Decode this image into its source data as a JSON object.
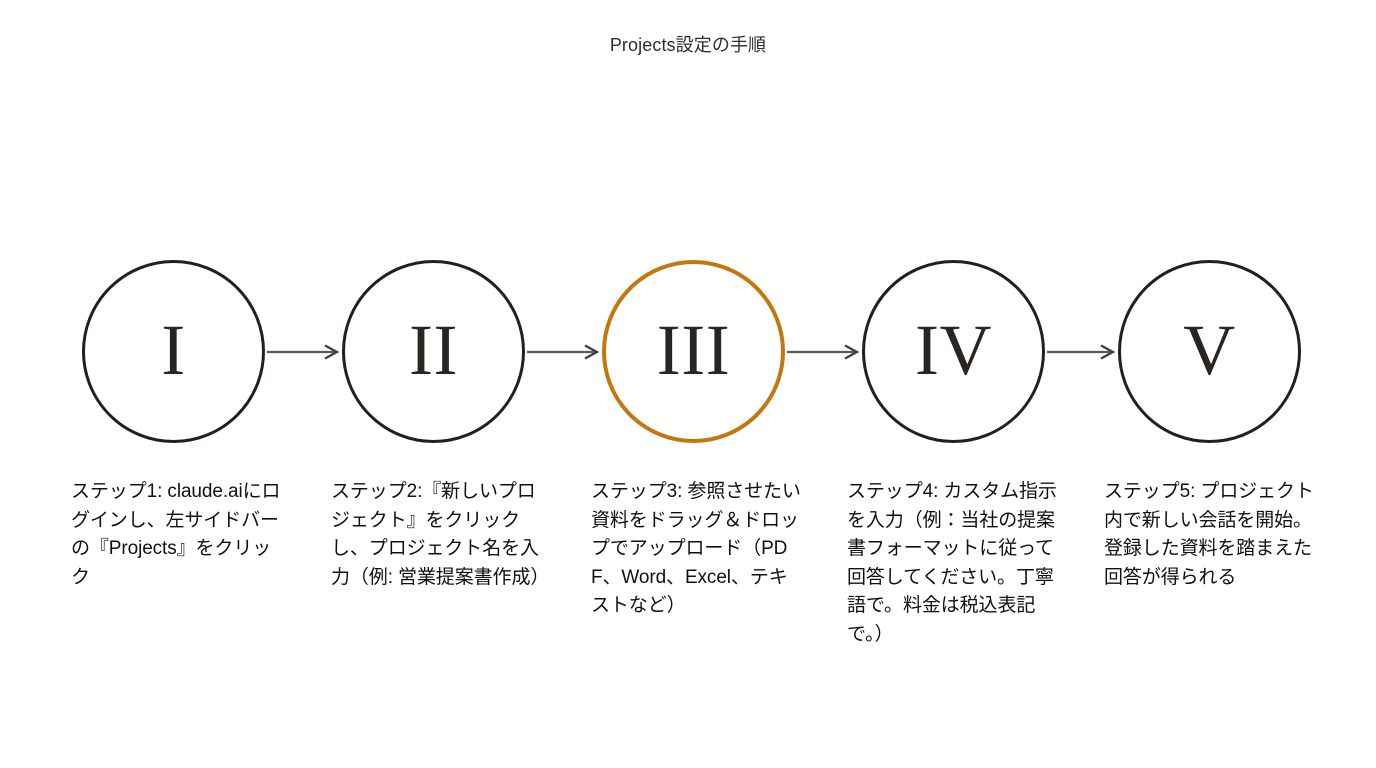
{
  "title": "Projects設定の手順",
  "colors": {
    "accent": "#c4760f",
    "circle_stroke": "#231f1c",
    "numeral": "#2b2521",
    "connector": "#5a5a5a",
    "text": "#111111",
    "title_text": "#2d2d2d",
    "background": "#ffffff"
  },
  "steps": [
    {
      "numeral": "I",
      "highlighted": false,
      "caption": "ステップ1: claude.aiにログインし、左サイドバーの『Projects』をクリック"
    },
    {
      "numeral": "II",
      "highlighted": false,
      "caption": "ステップ2:『新しいプロジェクト』をクリックし、プロジェクト名を入力（例: 営業提案書作成）"
    },
    {
      "numeral": "III",
      "highlighted": true,
      "caption": "ステップ3: 参照させたい資料をドラッグ＆ドロップでアップロード（PDF、Word、Excel、テキストなど）"
    },
    {
      "numeral": "IV",
      "highlighted": false,
      "caption": "ステップ4: カスタム指示を入力（例：当社の提案書フォーマットに従って回答してください。丁寧語で。料金は税込表記で。）"
    },
    {
      "numeral": "V",
      "highlighted": false,
      "caption": "ステップ5: プロジェクト内で新しい会話を開始。登録した資料を踏まえた回答が得られる"
    }
  ],
  "connectors": [
    {
      "from": "I",
      "to": "II",
      "kind": "arrow-right"
    },
    {
      "from": "II",
      "to": "III",
      "kind": "arrow-right"
    },
    {
      "from": "III",
      "to": "IV",
      "kind": "arrow-right"
    },
    {
      "from": "IV",
      "to": "V",
      "kind": "arrow-right"
    }
  ]
}
